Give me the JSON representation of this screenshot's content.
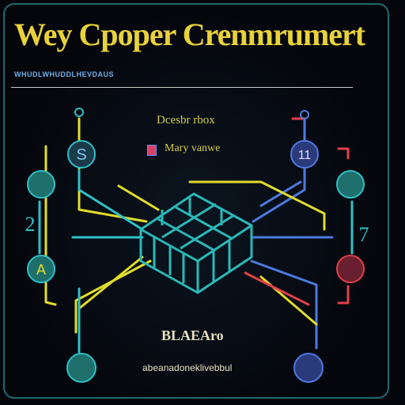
{
  "title": "Wey Cpoper Crenmrumert",
  "subtitle": "WHUDLWHUDDLHEVDAUS",
  "labels": {
    "top": "Dcesbr rbox",
    "middle": "Mary vanwe",
    "bottom": "BLAEAro",
    "footer": "abeanadoneklivebbul"
  },
  "nodes": {
    "left_top_glyph": "S",
    "left_bottom_glyph": "A",
    "right_top_glyph": "11",
    "right_side_glyph": "7",
    "left_side_glyph": "2"
  },
  "colors": {
    "title": "#e8d23a",
    "line_yellow": "#e2dc2a",
    "line_cyan": "#2fc0c8",
    "line_blue": "#4c7ae0",
    "line_red": "#e0404a",
    "cube": "#2ab8b8"
  }
}
